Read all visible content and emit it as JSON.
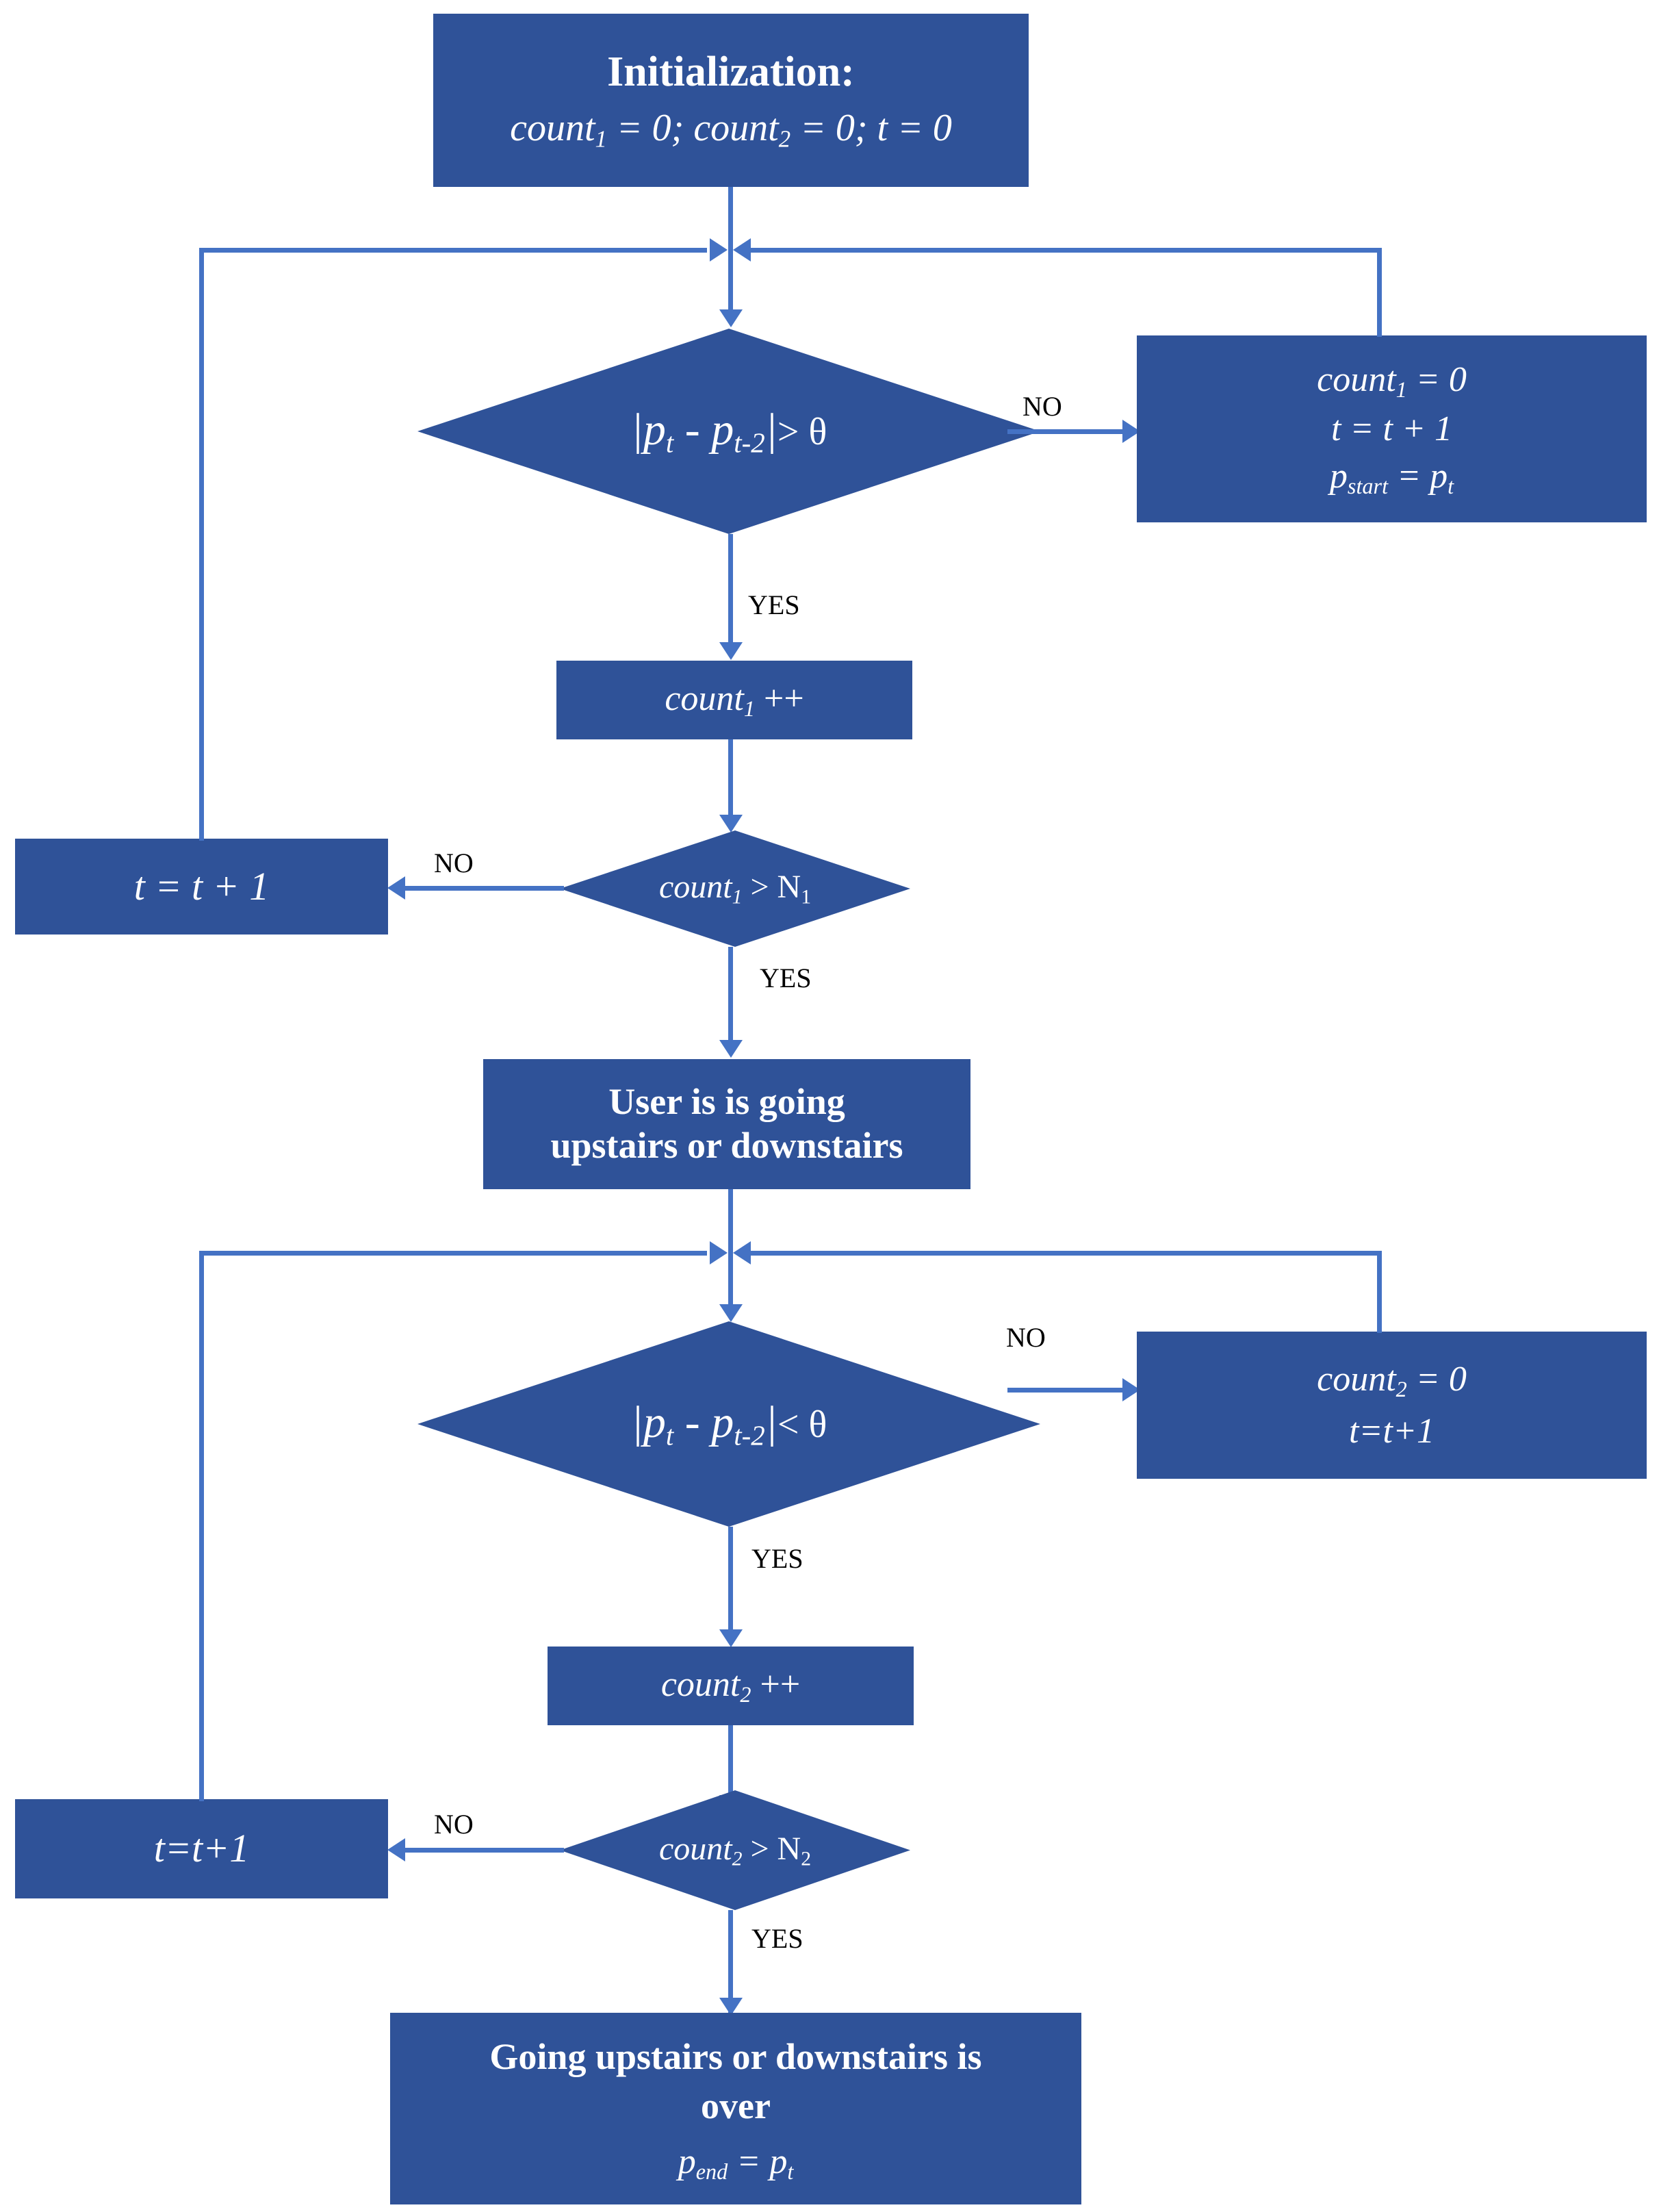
{
  "diagram": {
    "type": "flowchart",
    "title": "Stair detection flowchart",
    "colors": {
      "node_fill": "#2F5298",
      "node_text": "#FFFFFF",
      "connector": "#4472C4",
      "label_text": "#000000",
      "background": "#FFFFFF"
    },
    "nodes": [
      {
        "id": "init",
        "shape": "process",
        "lines": [
          {
            "text": "Initialization:",
            "style": "bold"
          },
          {
            "text": "count1 = 0; count2 = 0; t = 0",
            "style": "italic"
          }
        ]
      },
      {
        "id": "decision1",
        "shape": "decision",
        "lines": [
          {
            "text": "|pt - pt-2| > θ",
            "style": "italic"
          }
        ]
      },
      {
        "id": "reset1",
        "shape": "process",
        "lines": [
          {
            "text": "count1 = 0",
            "style": "italic"
          },
          {
            "text": "t = t + 1",
            "style": "italic"
          },
          {
            "text": "pstart = pt",
            "style": "italic"
          }
        ]
      },
      {
        "id": "inc1",
        "shape": "process",
        "lines": [
          {
            "text": "count1 ++",
            "style": "italic"
          }
        ]
      },
      {
        "id": "decision2",
        "shape": "decision",
        "lines": [
          {
            "text": "count1 > N1",
            "style": "italic"
          }
        ]
      },
      {
        "id": "tick1",
        "shape": "process",
        "lines": [
          {
            "text": "t = t + 1",
            "style": "italic"
          }
        ]
      },
      {
        "id": "state",
        "shape": "process",
        "lines": [
          {
            "text": "User is  is going",
            "style": "bold"
          },
          {
            "text": "upstairs or downstairs",
            "style": "bold"
          }
        ]
      },
      {
        "id": "decision3",
        "shape": "decision",
        "lines": [
          {
            "text": "|pt - pt-2| < θ",
            "style": "italic"
          }
        ]
      },
      {
        "id": "reset2",
        "shape": "process",
        "lines": [
          {
            "text": "count2 = 0",
            "style": "italic"
          },
          {
            "text": "t=t+1",
            "style": "italic"
          }
        ]
      },
      {
        "id": "inc2",
        "shape": "process",
        "lines": [
          {
            "text": "count2 ++",
            "style": "italic"
          }
        ]
      },
      {
        "id": "decision4",
        "shape": "decision",
        "lines": [
          {
            "text": "count2 > N2",
            "style": "italic"
          }
        ]
      },
      {
        "id": "tick2",
        "shape": "process",
        "lines": [
          {
            "text": "t=t+1",
            "style": "italic"
          }
        ]
      },
      {
        "id": "end",
        "shape": "process",
        "lines": [
          {
            "text": "Going upstairs or downstairs is",
            "style": "bold"
          },
          {
            "text": "over",
            "style": "bold"
          },
          {
            "text": "pend = pt",
            "style": "italic"
          }
        ]
      }
    ],
    "edge_labels": {
      "no1": "NO",
      "yes1": "YES",
      "no2": "NO",
      "yes2": "YES",
      "no3": "NO",
      "yes3": "YES",
      "no4": "NO",
      "yes4": "YES"
    },
    "text": {
      "init_title": "Initialization:",
      "init_count1": "count",
      "init_sub1": "1",
      "init_eq1": " = 0; ",
      "init_count2": "count",
      "init_sub2": "2",
      "init_eq2": " = 0; ",
      "init_t": "t",
      "init_eq3": " = 0",
      "d1_abs_open": "|",
      "d1_p1": "p",
      "d1_p1sub": "t",
      "d1_minus": " - ",
      "d1_p2": "p",
      "d1_p2sub": "t-2",
      "d1_abs_close": "|",
      "d1_cmp": "> θ",
      "r1_l1_name": "count",
      "r1_l1_sub": "1",
      "r1_l1_val": " = 0",
      "r1_l2": "t = t + 1",
      "r1_l3_p": "p",
      "r1_l3_sub": "start",
      "r1_l3_eq": " = ",
      "r1_l3_p2": "p",
      "r1_l3_sub2": "t",
      "inc1_name": "count",
      "inc1_sub": "1",
      "inc1_op": " ++",
      "d2_name": "count",
      "d2_sub": "1",
      "d2_cmp": " > N",
      "d2_cmp_sub": "1",
      "tick1": "t = t + 1",
      "state_l1": "User is  is going",
      "state_l2": "upstairs or downstairs",
      "d3_abs_open": "|",
      "d3_p1": "p",
      "d3_p1sub": "t",
      "d3_minus": " - ",
      "d3_p2": "p",
      "d3_p2sub": "t-2",
      "d3_abs_close": "|",
      "d3_cmp": "< θ",
      "r2_l1_name": "count",
      "r2_l1_sub": "2",
      "r2_l1_val": " = 0",
      "r2_l2": "t=t+1",
      "inc2_name": "count",
      "inc2_sub": "2",
      "inc2_op": " ++",
      "d4_name": "count",
      "d4_sub": "2",
      "d4_cmp": " > N",
      "d4_cmp_sub": "2",
      "tick2": "t=t+1",
      "end_l1": "Going upstairs or downstairs is",
      "end_l2": "over",
      "end_l3_p": "p",
      "end_l3_sub": "end",
      "end_l3_eq": " = ",
      "end_l3_p2": "p",
      "end_l3_sub2": "t"
    }
  }
}
